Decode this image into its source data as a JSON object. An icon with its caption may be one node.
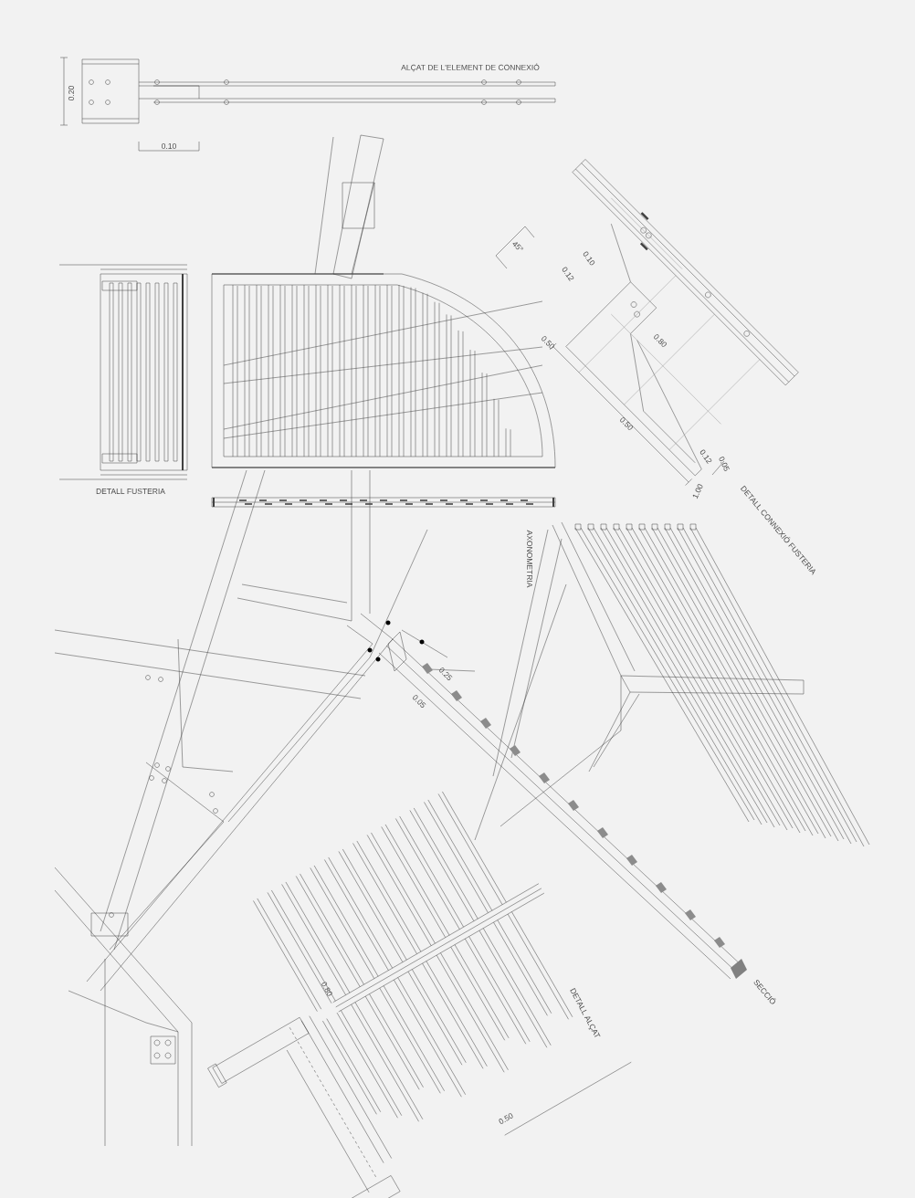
{
  "diagram": {
    "labels": [
      "ALÇAT DE L'ELEMENT DE CONNEXIÓ",
      "0.20",
      "0.10",
      "DETALL FUSTERIA",
      "45°",
      "0.10",
      "0.12",
      "0.50",
      "0.80",
      "0.50",
      "0.12",
      "0.05",
      "1.00",
      "DETALL CONNEXIÓ FUSTERIA",
      "AXONOMETRIA",
      "0.25",
      "0.05",
      "0.80",
      "DETALL ALÇAT",
      "0.50",
      "SECCIÓ"
    ]
  }
}
